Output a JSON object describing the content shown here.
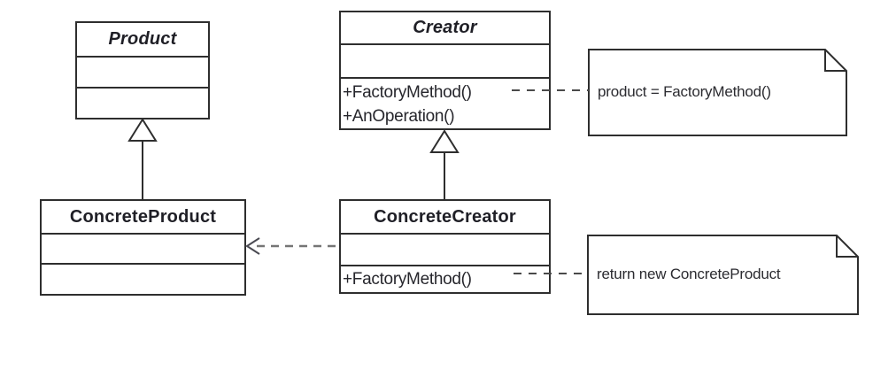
{
  "classes": {
    "product": {
      "name": "Product",
      "abstract": true,
      "attributes": [],
      "methods": []
    },
    "creator": {
      "name": "Creator",
      "abstract": true,
      "attributes": [],
      "methods": [
        "+FactoryMethod()",
        "+AnOperation()"
      ]
    },
    "concrete_product": {
      "name": "ConcreteProduct",
      "abstract": false,
      "attributes": [],
      "methods": []
    },
    "concrete_creator": {
      "name": "ConcreteCreator",
      "abstract": false,
      "attributes": [],
      "methods": [
        "+FactoryMethod()"
      ]
    }
  },
  "notes": {
    "creator_note": "product = FactoryMethod()",
    "concrete_creator_note": "return new ConcreteProduct"
  },
  "relationships": {
    "generalization_product": "ConcreteProduct extends Product",
    "generalization_creator": "ConcreteCreator extends Creator",
    "dependency_creates": "ConcreteCreator creates ConcreteProduct"
  },
  "colors": {
    "background": "#ffffff",
    "box_border": "#2e2e2e",
    "box_fill": "#ffffff",
    "title_text": "#1f1f26",
    "method_text": "#26262c",
    "note_text": "#2b2b30",
    "note_link_dash": "#4a4a4a",
    "dependency_dash": "#757575",
    "dependency_arrowhead": "#4a4a52"
  }
}
